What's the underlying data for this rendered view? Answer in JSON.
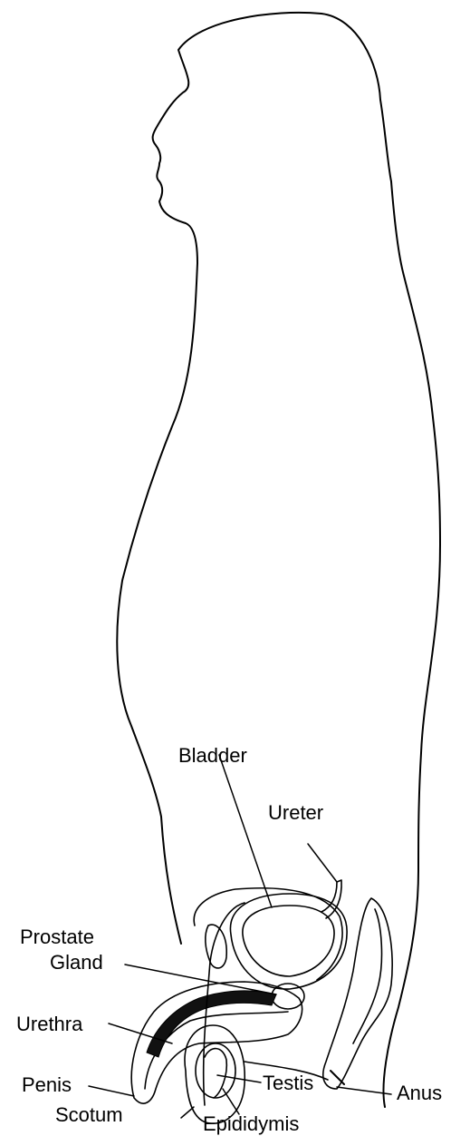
{
  "labels": {
    "bladder": "Bladder",
    "ureter": "Ureter",
    "prostate_line1": "Prostate",
    "prostate_line2": "Gland",
    "urethra": "Urethra",
    "penis": "Penis",
    "testis": "Testis",
    "anus": "Anus",
    "scrotum": "Scotum",
    "epididymis": "Epididymis"
  }
}
